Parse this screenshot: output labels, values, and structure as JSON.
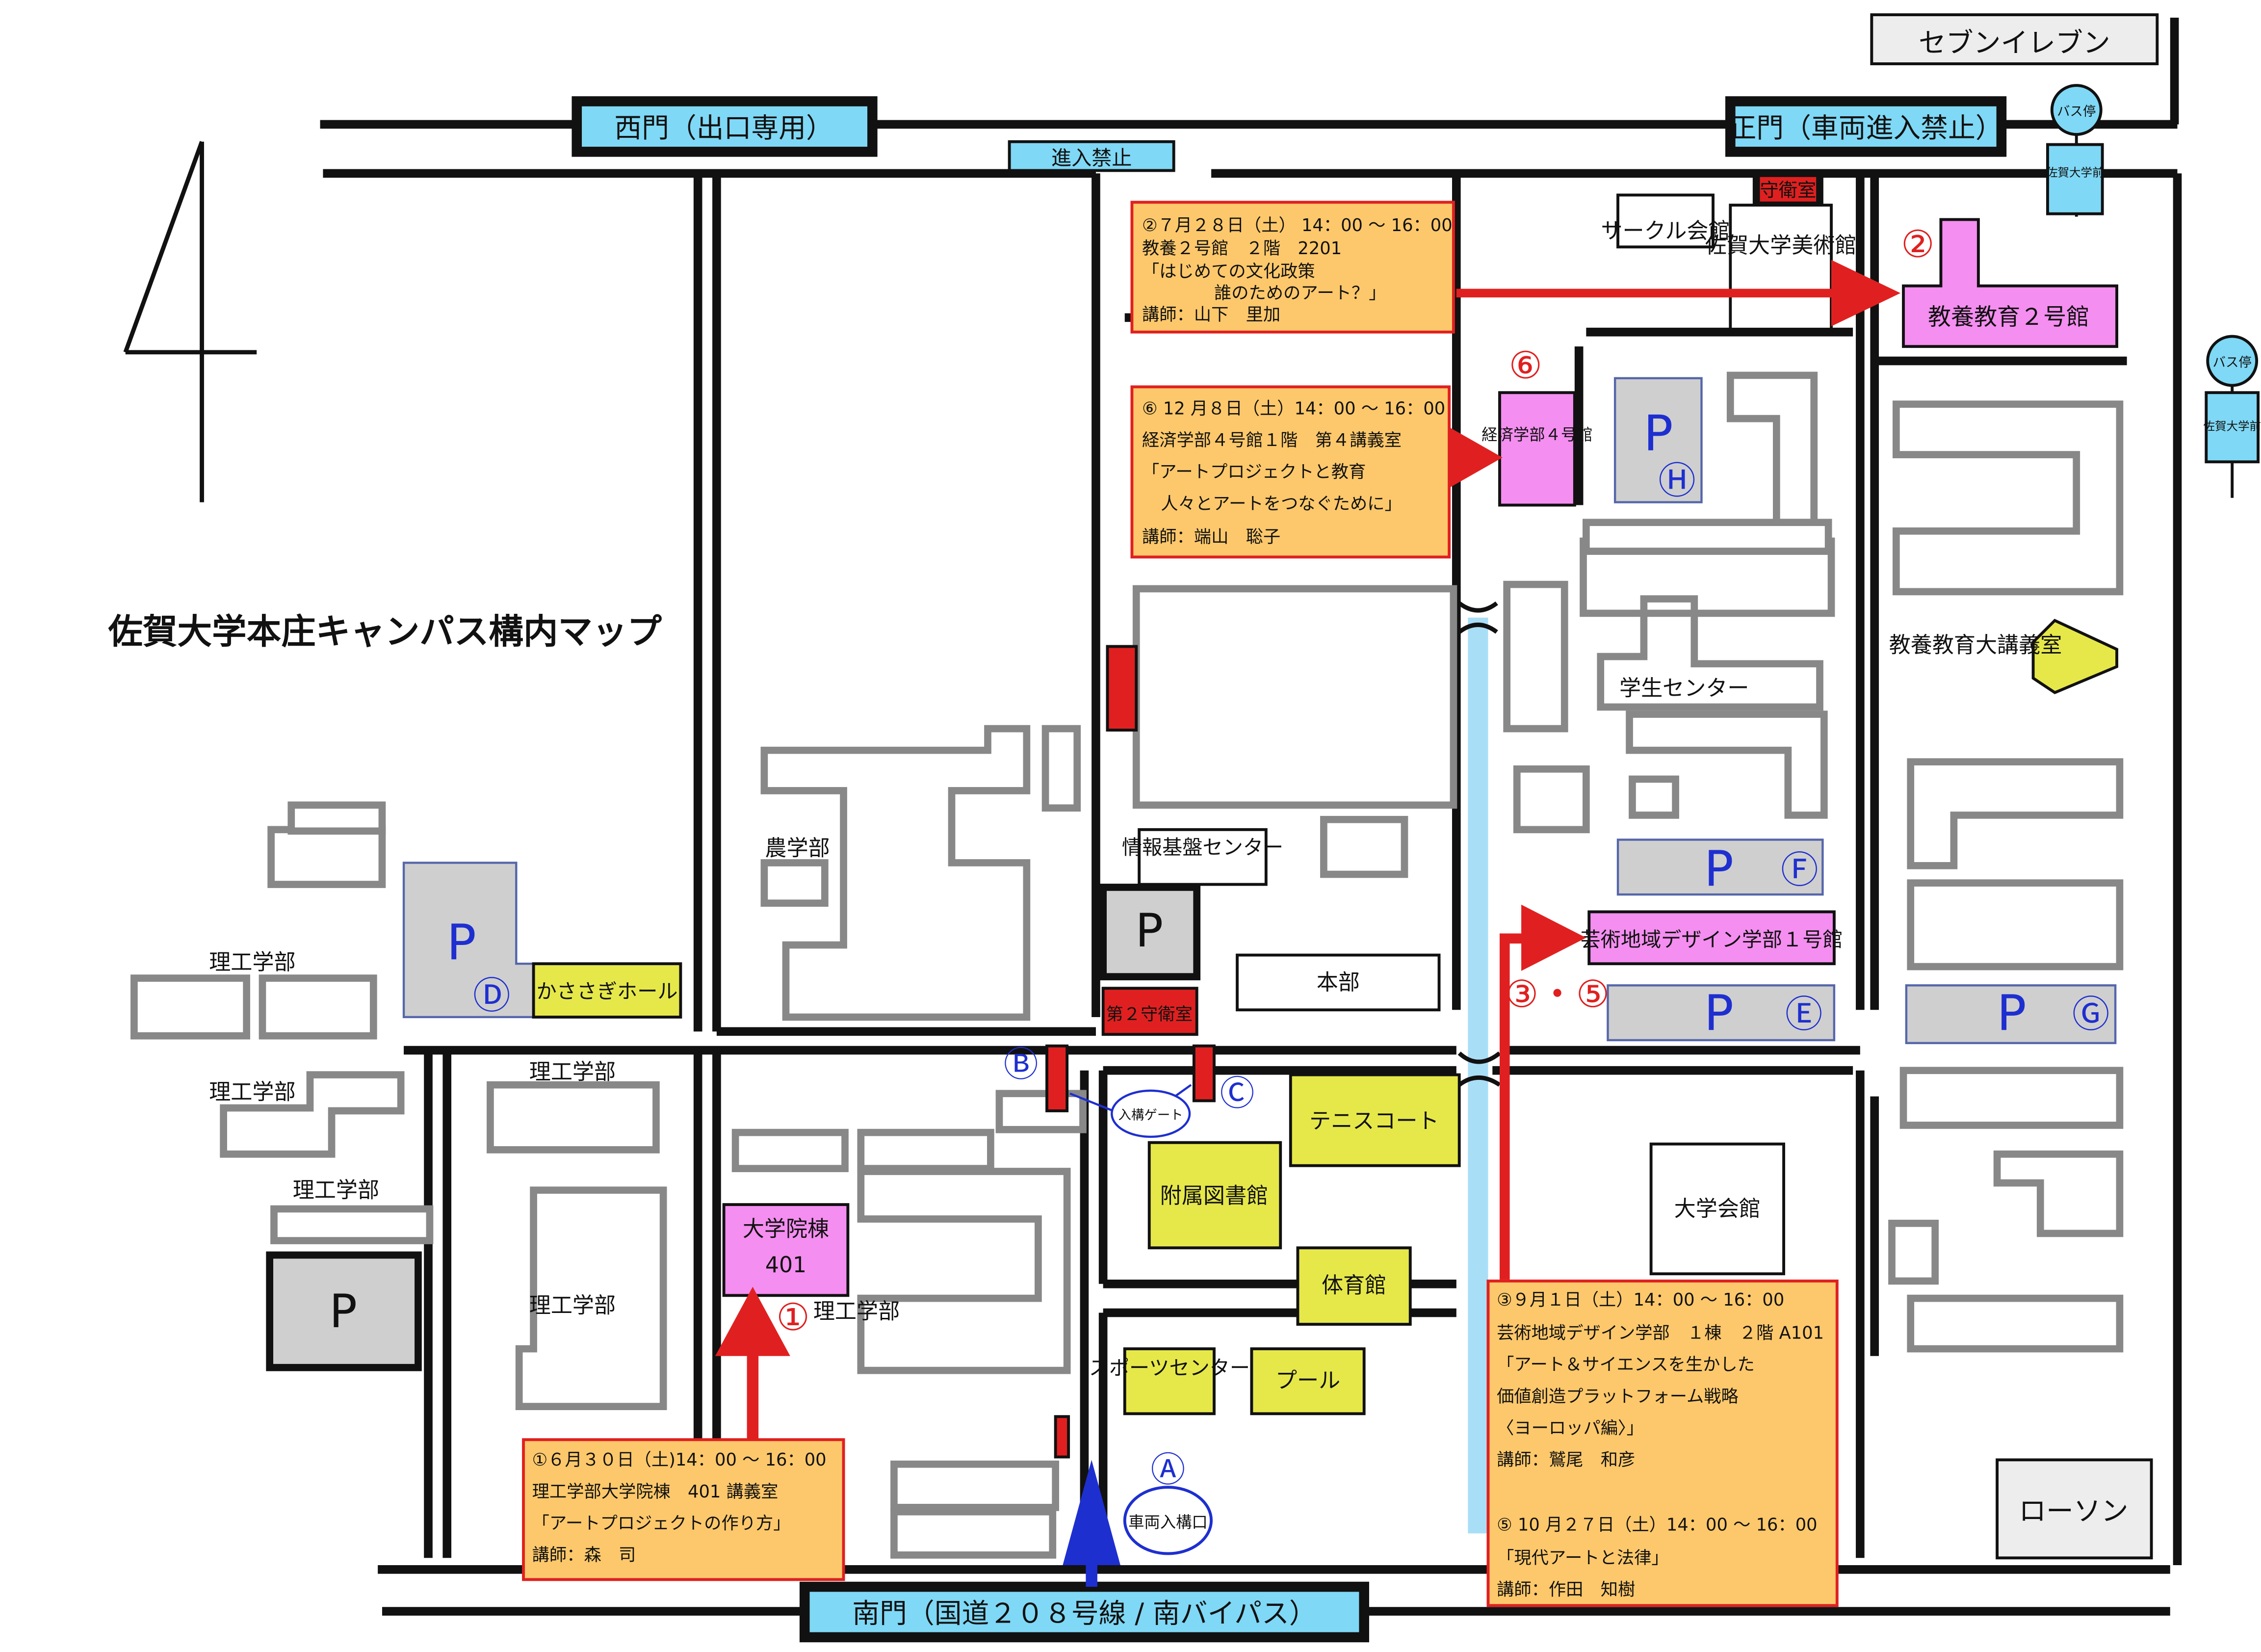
{
  "title": "佐賀大学本庄キャンパス構内マップ",
  "gates": {
    "west": "西門（出口専用）",
    "main": "正門（車両進入禁止）",
    "south": "南門（国道２０８号線 / 南バイパス）",
    "no_entry": "進入禁止"
  },
  "shops": {
    "seven_eleven": "セブンイレブン",
    "lawson": "ローソン"
  },
  "bus_stops": [
    {
      "head": "バス停",
      "name": "佐賀大学前"
    },
    {
      "head": "バス停",
      "name": "佐賀大学前"
    }
  ],
  "buildings": {
    "guard1": "守衛室",
    "guard2": "第２守衛室",
    "circle_hall": "サークル会館",
    "museum": "佐賀大学美術館",
    "kyoyo2": "教養教育２号館",
    "econ4": "経済学部４号館",
    "student_center": "学生センター",
    "lecture_hall": "教養教育大講義室",
    "info_center": "情報基盤センター",
    "honbu": "本部",
    "art1": "芸術地域デザイン学部１号館",
    "nogakubu": "農学部",
    "kasasagi": "かささぎホール",
    "riko": "理工学部",
    "grad": "大学院棟",
    "grad_room": "401",
    "tennis": "テニスコート",
    "library": "附属図書館",
    "gym": "体育館",
    "sports": "スポーツセンター",
    "pool": "プール",
    "kaikan": "大学会館",
    "entry_gate": "入構ゲート",
    "vehicle_entry": "車両入構口"
  },
  "parking": {
    "symbol": "P",
    "labels": [
      "Ⓓ",
      "Ⓗ",
      "Ⓕ",
      "Ⓔ",
      "Ⓖ"
    ]
  },
  "gate_markers": [
    "Ⓐ",
    "Ⓑ",
    "Ⓒ"
  ],
  "venue_markers": [
    "①",
    "②",
    "③・⑤",
    "⑥"
  ],
  "lectures": [
    {
      "id": "1",
      "date": "①６月３０日（土)14：00 ～ 16：00",
      "place": "理工学部大学院棟　401 講義室",
      "title": "「アートプロジェクトの作り方」",
      "lecturer": "講師：森　司"
    },
    {
      "id": "2",
      "date": "②７月２８日（土）  14：00 ～ 16：00",
      "place": "教養２号館　２階　2201",
      "title_line1": "「はじめての文化政策",
      "title_line2": "誰のためのアート？」",
      "lecturer": "講師：山下　里加"
    },
    {
      "id": "6",
      "date": "⑥ 12 月８日（土）14：00 ～ 16：00",
      "place": "経済学部４号館１階　第４講義室",
      "title_line1": "「アートプロジェクトと教育",
      "title_line2": "人々とアートをつなぐために」",
      "lecturer": "講師：端山　聡子"
    },
    {
      "id": "3",
      "date": "③９月１日（土）14：00 ～ 16：00",
      "place": "芸術地域デザイン学部　１棟　２階 A101",
      "title_line1": "「アート＆サイエンスを生かした",
      "title_line2": "価値創造プラットフォーム戦略",
      "title_line3": "〈ヨーロッパ編〉」",
      "lecturer": "講師：鷲尾　和彦"
    },
    {
      "id": "5",
      "date": "⑤ 10 月２７日（土）14：00 ～ 16：00",
      "title": "「現代アートと法律」",
      "lecturer": "講師：作田　知樹"
    }
  ]
}
